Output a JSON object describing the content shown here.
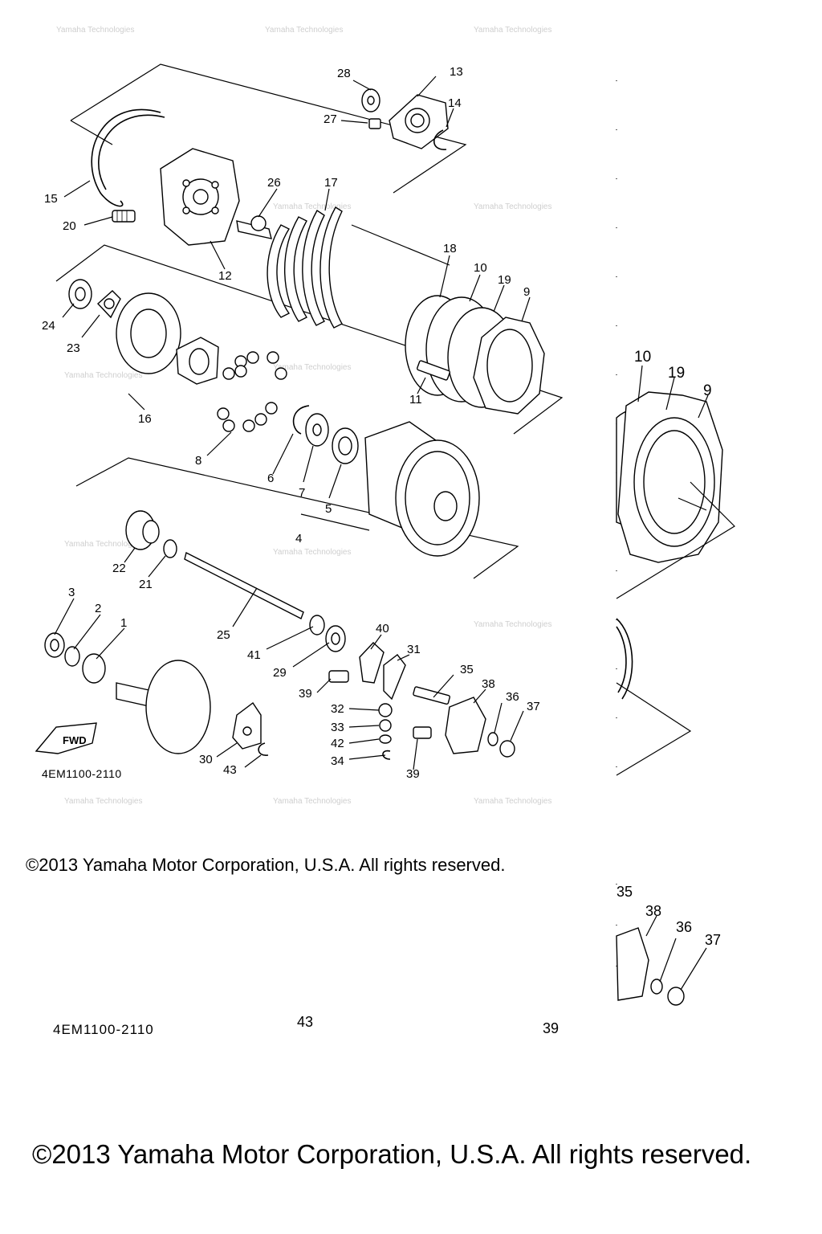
{
  "diagram": {
    "part_numbers": [
      "1",
      "2",
      "3",
      "4",
      "5",
      "6",
      "7",
      "8",
      "9",
      "10",
      "11",
      "12",
      "13",
      "14",
      "15",
      "16",
      "17",
      "18",
      "19",
      "20",
      "21",
      "22",
      "23",
      "24",
      "25",
      "26",
      "27",
      "28",
      "29",
      "30",
      "31",
      "32",
      "33",
      "34",
      "35",
      "36",
      "37",
      "38",
      "39",
      "39",
      "40",
      "41",
      "42",
      "43"
    ],
    "diagram_code": "4EM1100-2110",
    "fwd_label": "FWD",
    "watermark": "Yamaha Technologies"
  },
  "zoom_inset": {
    "labels": [
      "10",
      "19",
      "9"
    ]
  },
  "zoom_inset_bottom": {
    "labels": [
      "35",
      "38",
      "36",
      "37"
    ],
    "cut_code": "4EM1100-2110",
    "cut_43": "43",
    "cut_39": "39"
  },
  "footer": {
    "copyright_small": "©2013 Yamaha Motor Corporation, U.S.A. All rights reserved.",
    "copyright_large": "©2013 Yamaha Motor Corporation, U.S.A. All rights reserved."
  }
}
